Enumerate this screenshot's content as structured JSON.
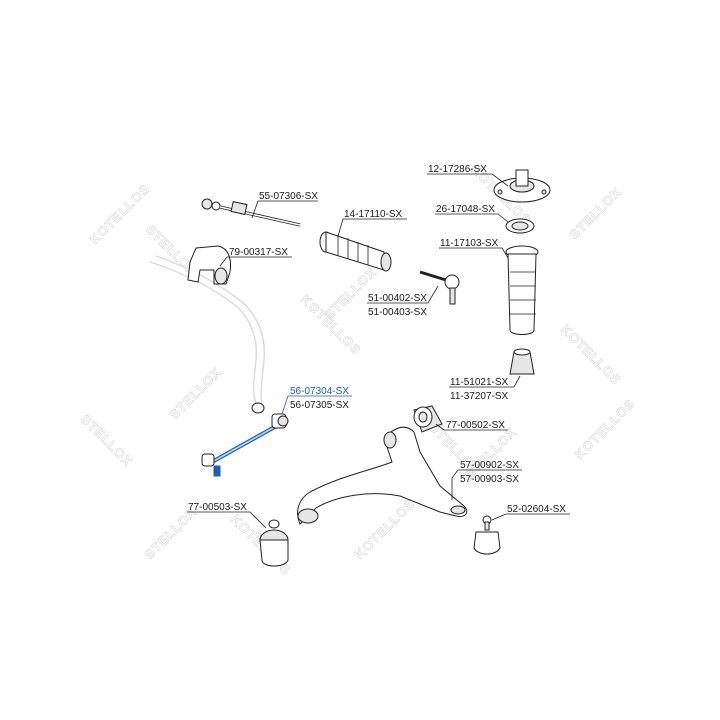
{
  "watermark": {
    "brand_a": "KOTELLOS",
    "brand_b": "STELLOX"
  },
  "accent_color": "#1f5fae",
  "callouts": [
    {
      "id": "c1",
      "lines": [
        "55-07306-SX"
      ],
      "highlight": false
    },
    {
      "id": "c2",
      "lines": [
        "79-00317-SX"
      ],
      "highlight": false
    },
    {
      "id": "c3",
      "lines": [
        "14-17110-SX"
      ],
      "highlight": false
    },
    {
      "id": "c4",
      "lines": [
        "12-17286-SX"
      ],
      "highlight": false
    },
    {
      "id": "c5",
      "lines": [
        "26-17048-SX"
      ],
      "highlight": false
    },
    {
      "id": "c6",
      "lines": [
        "11-17103-SX"
      ],
      "highlight": false
    },
    {
      "id": "c7",
      "lines": [
        "51-00402-SX",
        "51-00403-SX"
      ],
      "highlight": false
    },
    {
      "id": "c8",
      "lines": [
        "56-07304-SX",
        "56-07305-SX"
      ],
      "highlight": true
    },
    {
      "id": "c9",
      "lines": [
        "11-51021-SX",
        "11-37207-SX"
      ],
      "highlight": false
    },
    {
      "id": "c10",
      "lines": [
        "77-00502-SX"
      ],
      "highlight": false
    },
    {
      "id": "c11",
      "lines": [
        "57-00902-SX",
        "57-00903-SX"
      ],
      "highlight": false
    },
    {
      "id": "c12",
      "lines": [
        "77-00503-SX"
      ],
      "highlight": false
    },
    {
      "id": "c13",
      "lines": [
        "52-02604-SX"
      ],
      "highlight": false
    }
  ]
}
